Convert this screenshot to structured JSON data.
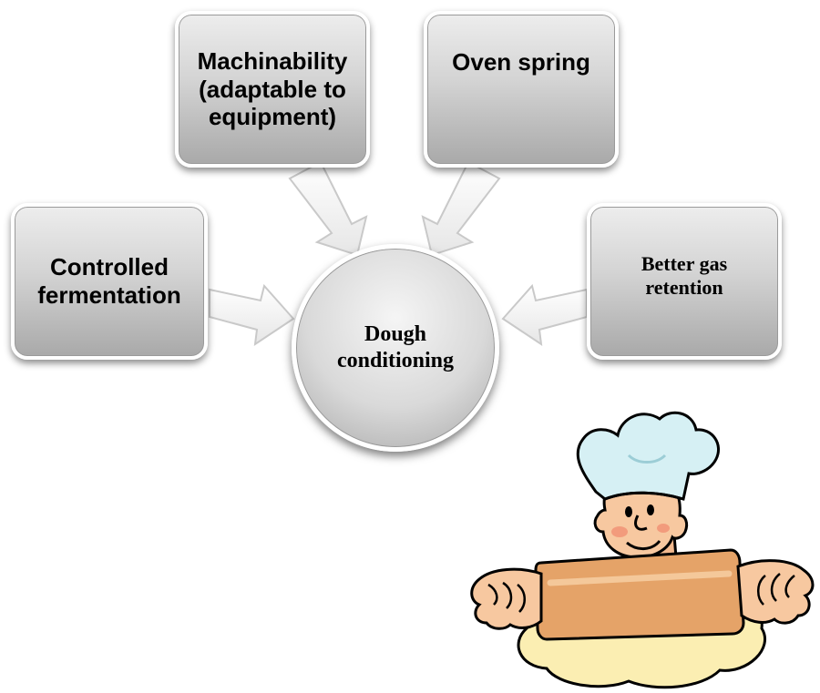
{
  "diagram": {
    "center": {
      "label": "Dough conditioning"
    },
    "inputs": [
      {
        "label": "Machinability (adaptable to equipment)"
      },
      {
        "label": "Oven spring"
      },
      {
        "label": "Controlled fermentation"
      },
      {
        "label": "Better gas retention"
      }
    ]
  },
  "colors": {
    "box_fill_top": "#ededed",
    "box_fill_bottom": "#a9a9a9",
    "arrow_fill": "#f2f2f2",
    "arrow_stroke": "#c8c8c8",
    "chef_hat": "#d6f0f4",
    "chef_skin": "#f7c8a0",
    "rolling_pin": "#e5a368",
    "dough": "#fbeeb2"
  },
  "illustration": {
    "subject": "baker-rolling-dough-clipart"
  }
}
